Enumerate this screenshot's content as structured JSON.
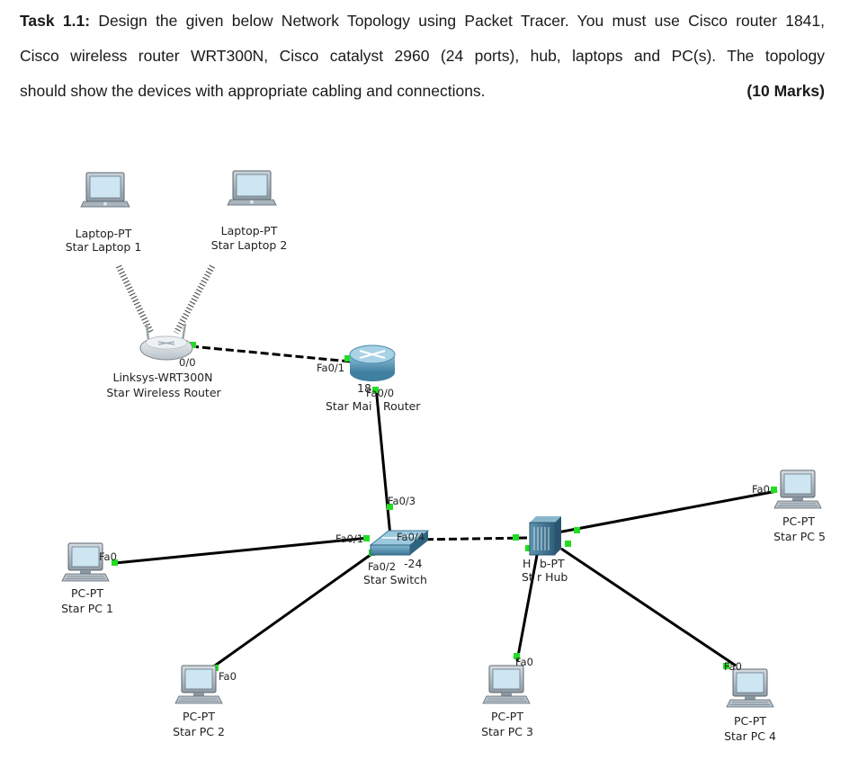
{
  "task": {
    "heading": "Task 1.1:",
    "line1_rest": " Design the given below Network Topology using Packet Tracer. You must use Cisco router 1841,",
    "line2": "Cisco wireless router WRT300N, Cisco catalyst 2960 (24 ports), hub, laptops and PC(s). The topology",
    "line3": "should show the devices  with appropriate cabling and connections.",
    "marks": "(10 Marks)"
  },
  "devices": {
    "laptop1": {
      "model": "Laptop-PT",
      "name": "Star Laptop 1"
    },
    "laptop2": {
      "model": "Laptop-PT",
      "name": "Star Laptop 2"
    },
    "wrouter": {
      "model": "Linksys-WRT300N",
      "name": "Star Wireless Router"
    },
    "router": {
      "model": "18",
      "name": "Star Mai",
      "name_end": "Router"
    },
    "switch": {
      "model": "-24",
      "name": "Star Switch"
    },
    "hub": {
      "model_a": "H",
      "model_b": "b-PT",
      "name_a": "St",
      "name_b": "r Hub"
    },
    "pc1": {
      "model": "PC-PT",
      "name": "Star PC 1"
    },
    "pc2": {
      "model": "PC-PT",
      "name": "Star PC 2"
    },
    "pc3": {
      "model": "PC-PT",
      "name": "Star PC 3"
    },
    "pc4": {
      "model": "PC-PT",
      "name": "Star PC 4"
    },
    "pc5": {
      "model": "PC-PT",
      "name": "Star PC 5"
    }
  },
  "ports": {
    "wrouter_port": "0/0",
    "router_fa01": "Fa0/1",
    "router_fa00": "Fa0/0",
    "switch_fa03": "Fa0/3",
    "switch_fa01": "Fa0/1",
    "switch_fa04": "Fa0/4",
    "switch_fa02": "Fa0/2",
    "pc1_fa0": "Fa0",
    "pc2_fa0": "Fa0",
    "pc3_fa0": "Fa0",
    "pc4_fa0": "Fa0",
    "pc5_fa0": "Fa0"
  },
  "colors": {
    "link_up": "#22dd22",
    "cable": "#000000",
    "device_blue": "#4a8fb0",
    "screen": "#bfe0f0"
  }
}
